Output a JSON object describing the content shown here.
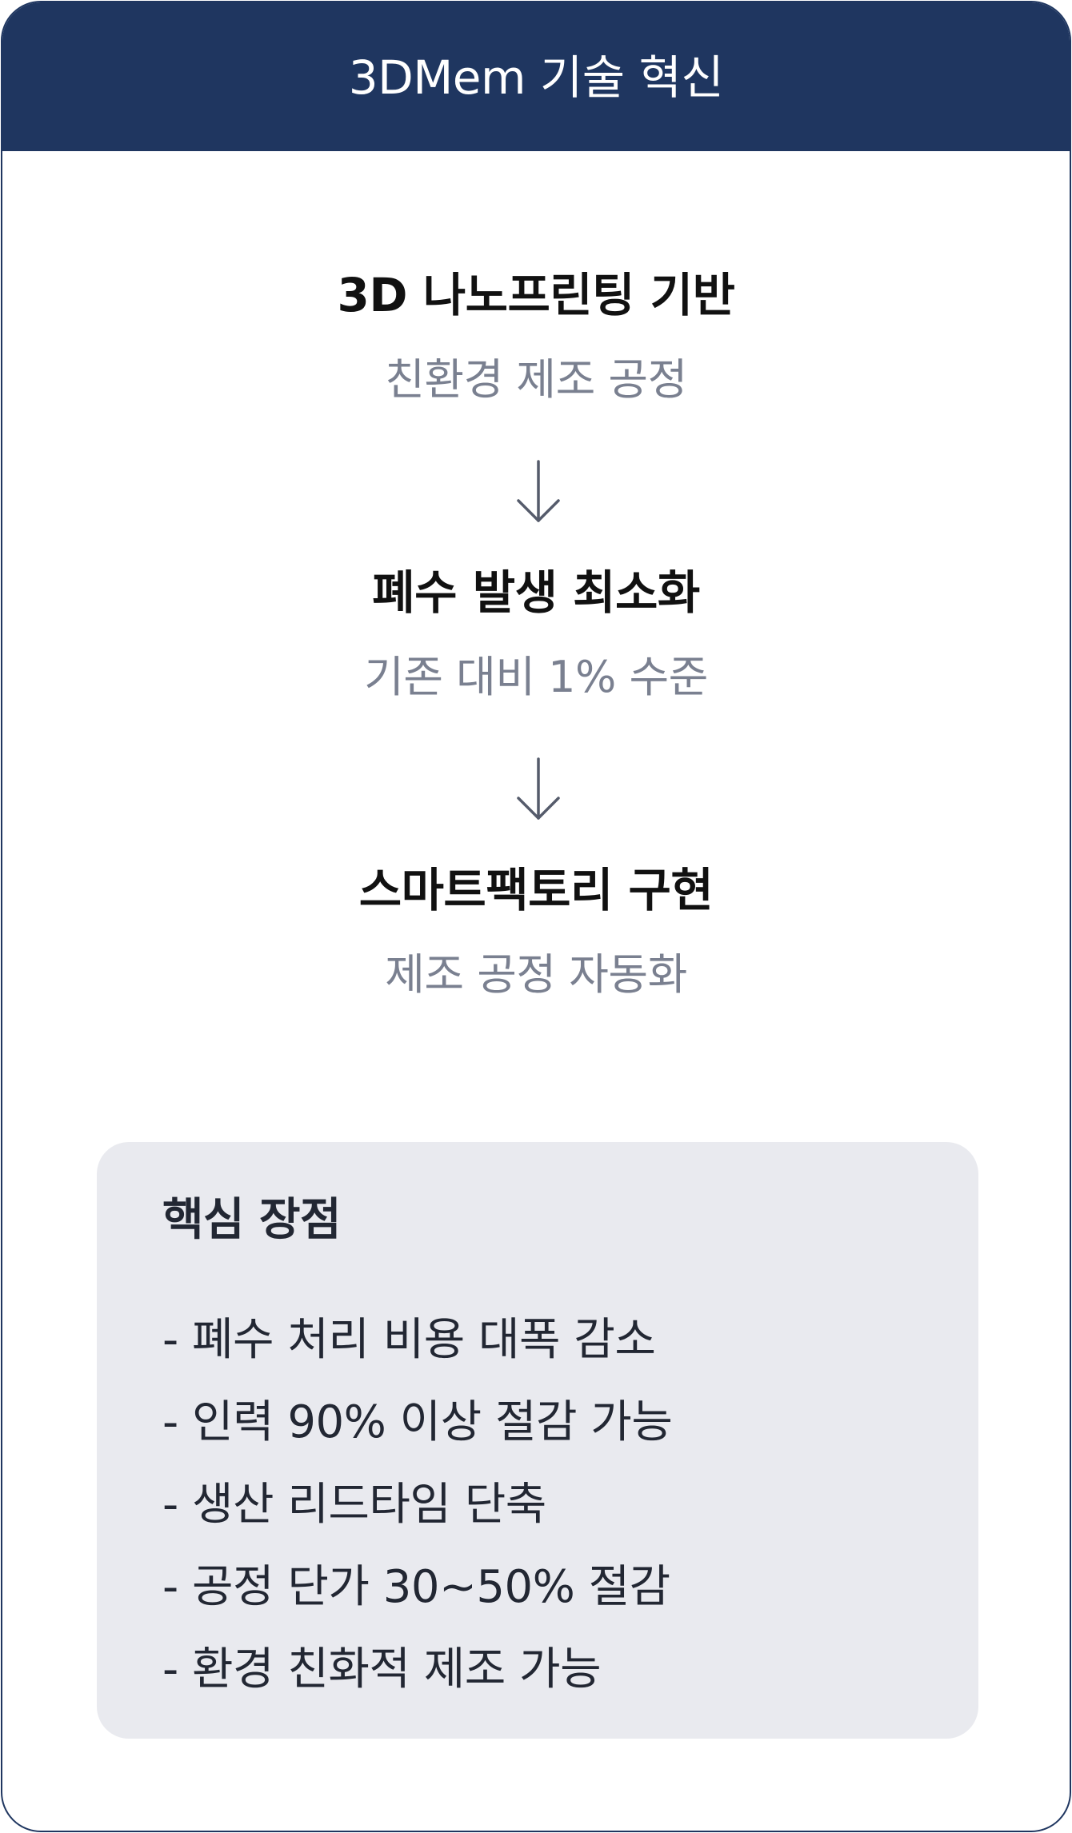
{
  "header": {
    "title": "3DMem 기술 혁신"
  },
  "flow": {
    "steps": [
      {
        "title": "3D 나노프린팅 기반",
        "subtitle": "친환경 제조 공정"
      },
      {
        "title": "폐수 발생 최소화",
        "subtitle": "기존 대비 1% 수준"
      },
      {
        "title": "스마트팩토리 구현",
        "subtitle": "제조 공정 자동화"
      }
    ],
    "arrow_icon": "arrow-down-icon"
  },
  "advantages": {
    "title": "핵심 장점",
    "items": [
      "- 폐수 처리 비용 대폭 감소",
      "- 인력 90% 이상 절감 가능",
      "- 생산 리드타임 단축",
      "- 공정 단가 30~50% 절감",
      "- 환경 친화적 제조 가능"
    ]
  },
  "colors": {
    "header_bg": "#1f3660",
    "border": "#1f3660",
    "title_text": "#111111",
    "subtitle_text": "#7a8090",
    "panel_bg": "#e9eaef",
    "panel_text": "#222733",
    "arrow": "#555b6b"
  }
}
